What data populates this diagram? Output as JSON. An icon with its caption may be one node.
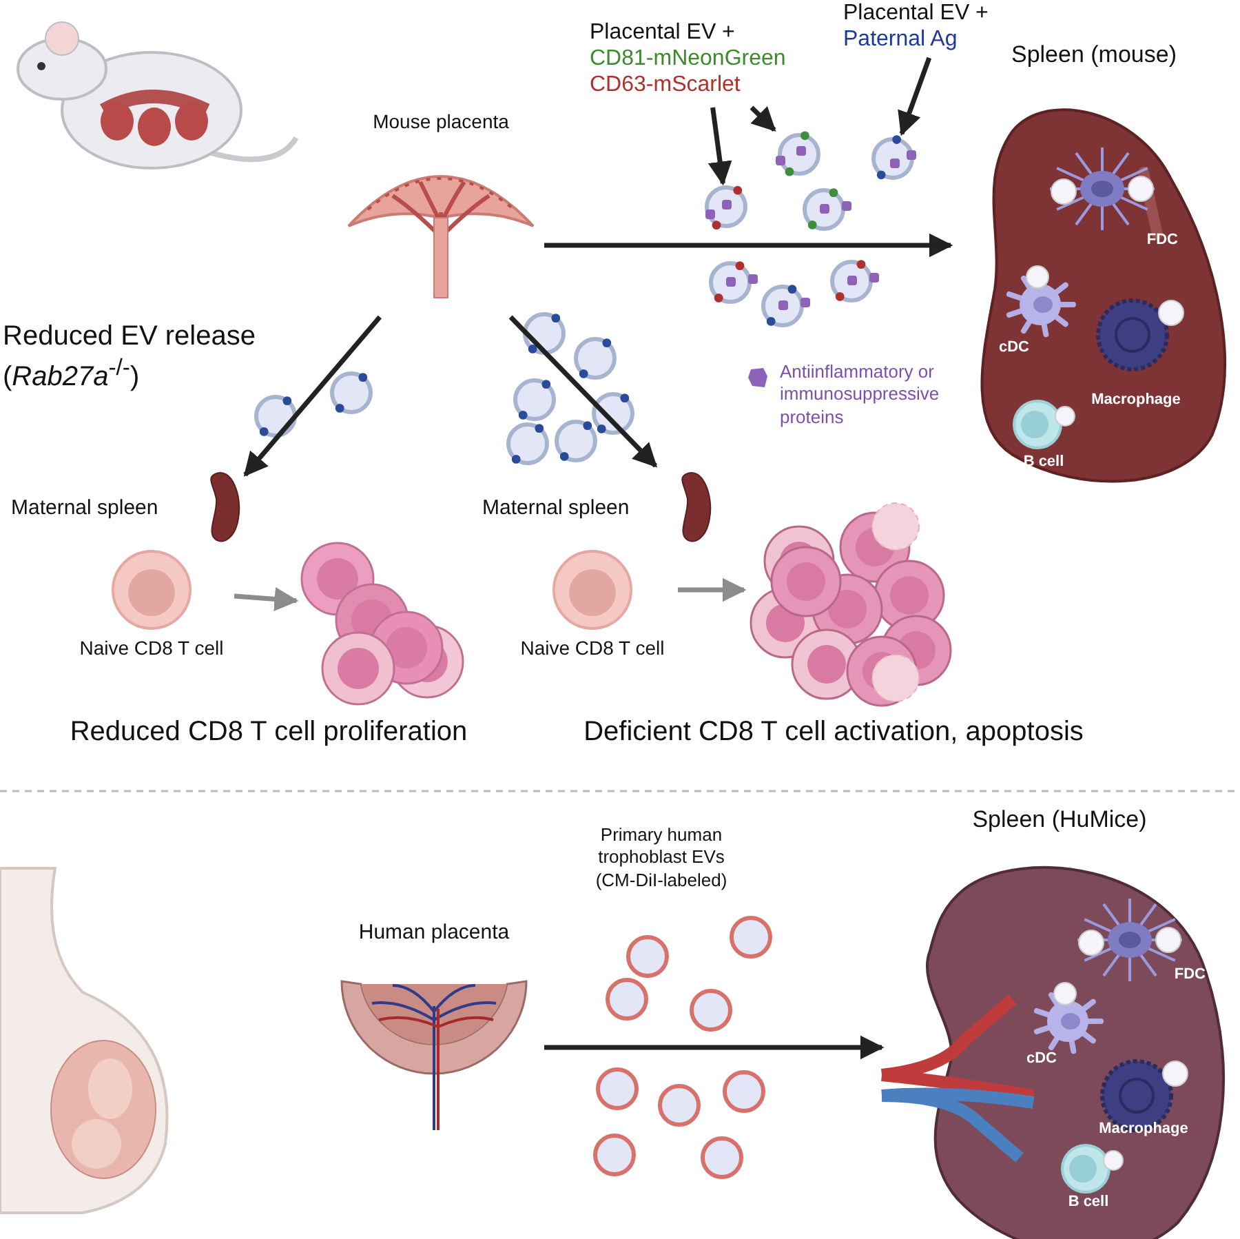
{
  "diagram": {
    "nodes": [
      {
        "text": [
          "Placental EV +",
          "CD81-mNeonGreen",
          "CD63-mScarlet"
        ]
      },
      {
        "text": [
          "Placental EV +",
          "Paternal Ag"
        ]
      },
      {
        "text": [
          "Mouse placenta"
        ]
      },
      {
        "text": [
          "Spleen (mouse)"
        ]
      },
      {
        "text": [
          "FDC"
        ],
        "in": 3
      },
      {
        "text": [
          "cDC"
        ],
        "in": 3
      },
      {
        "text": [
          "Macrophage"
        ],
        "in": 3
      },
      {
        "text": [
          "B cell"
        ],
        "in": 3
      },
      {
        "text": [],
        "shape": "circle"
      },
      {
        "text": [],
        "shape": "circle"
      },
      {
        "text": [],
        "shape": "circle"
      },
      {
        "text": [
          "Maternal spleen"
        ]
      },
      {
        "text": [
          "Naive CD8 T cell"
        ]
      },
      {
        "text": [],
        "shape": "picture",
        "beside": [
          "Reduced CD8 T cell proliferation"
        ]
      },
      {
        "text": [
          "Maternal spleen"
        ]
      },
      {
        "text": [
          "Naive CD8 T cell"
        ]
      },
      {
        "text": [],
        "shape": "picture",
        "beside": [
          "Deficient CD8 T cell activation, apoptosis"
        ]
      },
      {
        "text": [
          "Human placenta"
        ]
      },
      {
        "text": [
          "Spleen (HuMice)"
        ]
      },
      {
        "text": [
          "FDC"
        ],
        "in": 18
      },
      {
        "text": [
          "cDC"
        ],
        "in": 18
      },
      {
        "text": [
          "Macrophage"
        ],
        "in": 18
      },
      {
        "text": [
          "B cell"
        ],
        "in": 18
      }
    ],
    "edges": [
      {
        "from": 0,
        "to": 8,
        "arrow": "to"
      },
      {
        "from": 0,
        "to": 9,
        "arrow": "to"
      },
      {
        "from": 1,
        "to": 10,
        "arrow": "to"
      },
      {
        "from": 2,
        "to": 3,
        "arrow": "to"
      },
      {
        "from": 2,
        "to": 11,
        "arrow": "to"
      },
      {
        "from": 2,
        "to": 14,
        "arrow": "to"
      },
      {
        "from": 12,
        "to": 13,
        "arrow": "to",
        "color": "#8c8c8c"
      },
      {
        "from": 15,
        "to": 16,
        "arrow": "to",
        "color": "#8c8c8c"
      },
      {
        "from": 17,
        "to": 18,
        "arrow": "to"
      }
    ],
    "labels": [
      "Reduced EV release (*Rab27a*$^{-/-}$)",
      "Primary human trophoblast EVs (CM-DiI-labeled)"
    ],
    "legend": [
      {
        "text": "Antiinflammatory or immunosuppressive proteins"
      }
    ]
  }
}
